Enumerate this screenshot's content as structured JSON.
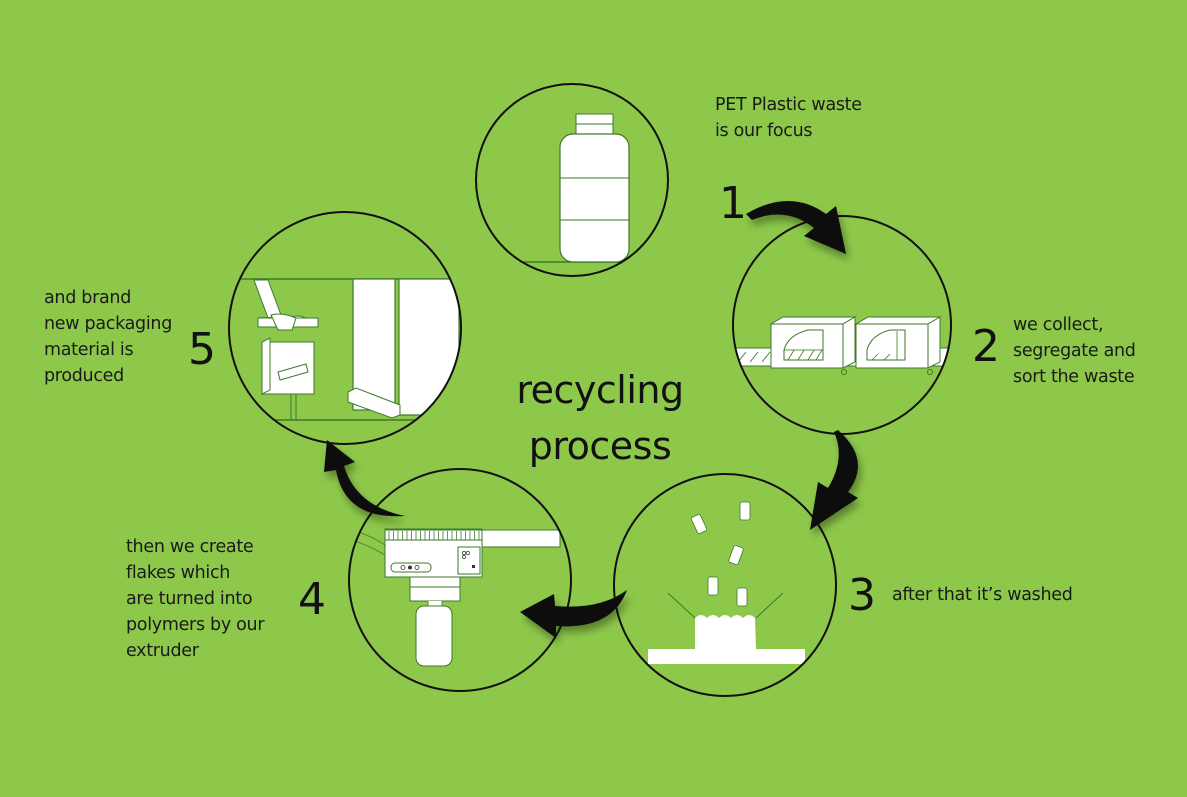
{
  "title": {
    "line1": "recycling",
    "line2": "process"
  },
  "colors": {
    "background": "#8DC84A",
    "outline": "#111111",
    "illustration_fill": "#FFFFFF",
    "illustration_line": "#3C7A2A"
  },
  "steps": [
    {
      "number": "1",
      "caption_lines": [
        "PET Plastic waste",
        "is our focus"
      ],
      "illustration": "pet-bottle-icon"
    },
    {
      "number": "2",
      "caption_lines": [
        "we collect,",
        "segregate and",
        "sort the waste"
      ],
      "illustration": "sorting-conveyor-icon"
    },
    {
      "number": "3",
      "caption_lines": [
        "after that it’s washed"
      ],
      "illustration": "washing-tank-icon"
    },
    {
      "number": "4",
      "caption_lines": [
        "then we create",
        "flakes which",
        "are turned into",
        "polymers by our",
        "extruder"
      ],
      "illustration": "extruder-machine-icon"
    },
    {
      "number": "5",
      "caption_lines": [
        "and brand",
        "new packaging",
        "material is",
        "produced"
      ],
      "illustration": "packaging-machine-icon"
    }
  ]
}
